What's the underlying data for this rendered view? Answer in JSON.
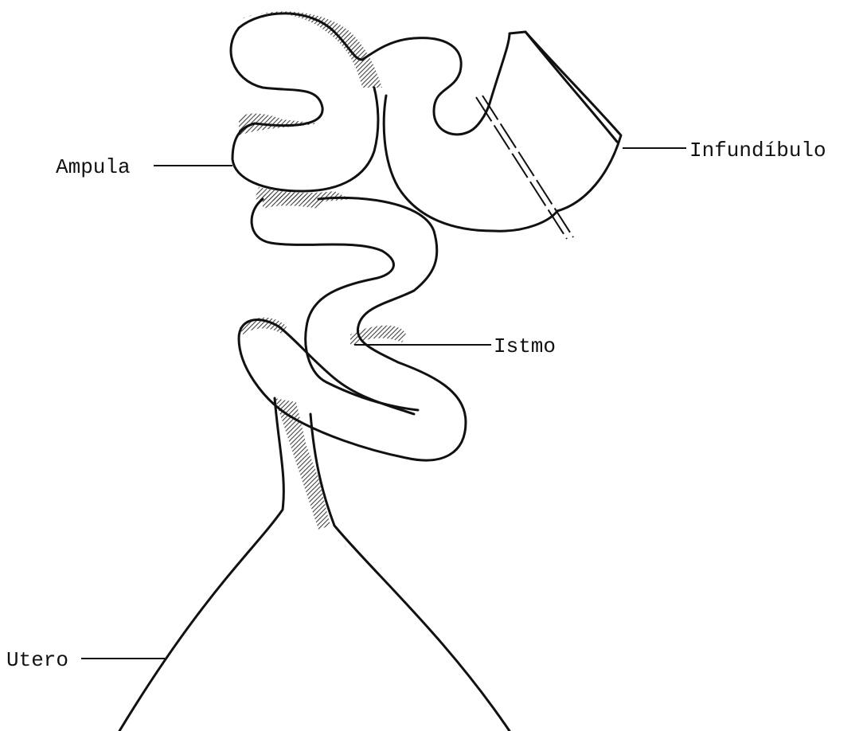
{
  "labels": {
    "ampulla": "Ampula",
    "infundibulum": "Infundíbulo",
    "isthmus": "Istmo",
    "uterus": "Utero"
  }
}
